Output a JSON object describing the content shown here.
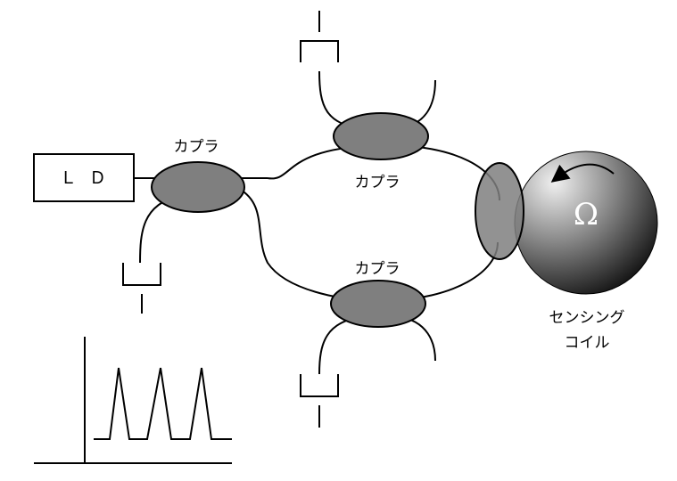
{
  "laser": {
    "label": "ＬＤ"
  },
  "couplers": {
    "source": {
      "label": "カプラ"
    },
    "upper": {
      "label": "カプラ"
    },
    "lower": {
      "label": "カプラ"
    }
  },
  "coil": {
    "symbol": "Ω",
    "label_line1": "センシング",
    "label_line2": "コイル"
  },
  "colors": {
    "coupler_fill": "#7f7f7f",
    "coil_gradient_light": "#e8e8e8",
    "coil_gradient_dark": "#111111",
    "line": "#000000"
  },
  "icons": {
    "rotation": "curved-arrow-icon",
    "detector": "photodetector-icon"
  },
  "output_signal": {
    "peak_count": 3
  }
}
